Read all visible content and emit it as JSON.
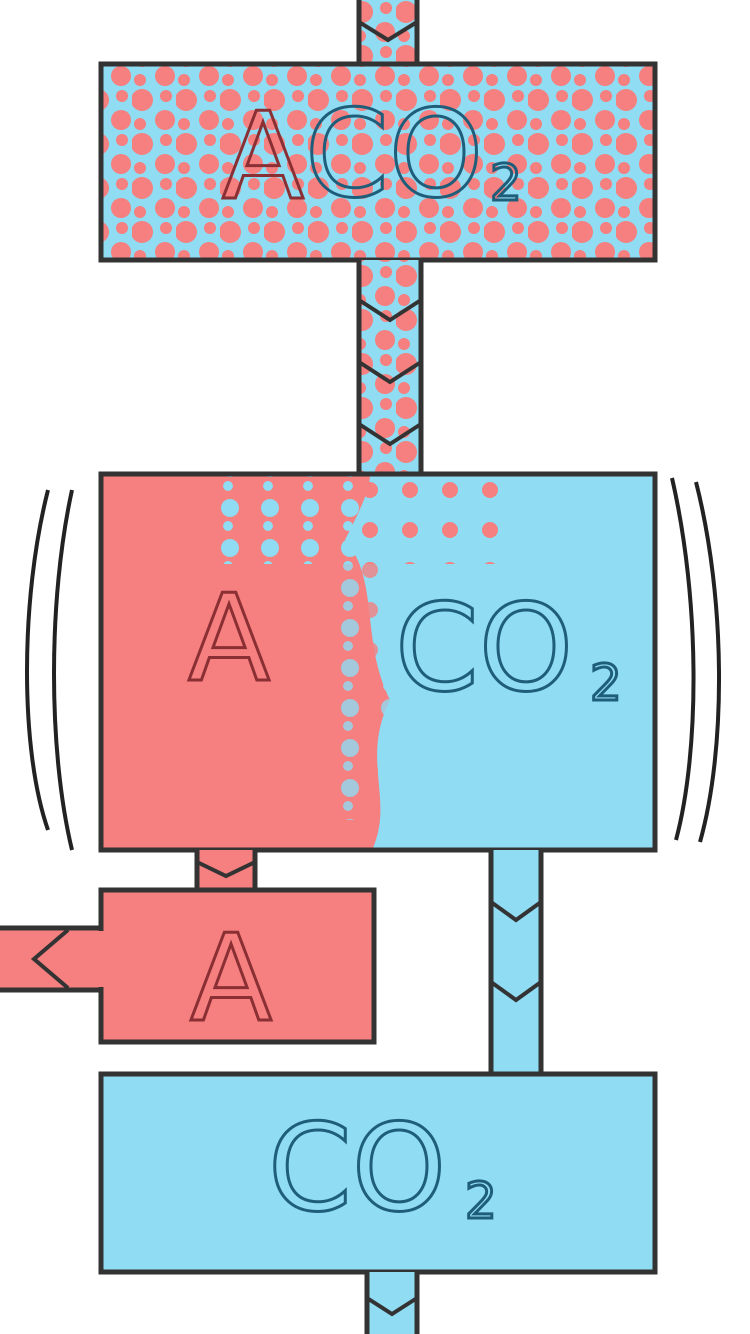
{
  "diagram": {
    "colors": {
      "substance_a": "#f67f7f",
      "co2": "#8fdcf3",
      "outline": "#333333",
      "text_a": "#8a2f33",
      "text_co2": "#1f5e7a"
    },
    "boxes": {
      "mixture": {
        "label_a": "A",
        "label_co2": "CO",
        "subscript": "2"
      },
      "separator": {
        "label_a": "A",
        "label_co2": "CO",
        "subscript": "2"
      },
      "output_a": {
        "label_a": "A"
      },
      "output_co2": {
        "label_co2": "CO",
        "subscript": "2"
      }
    },
    "flow_icons": [
      "chevron-down",
      "chevron-left"
    ],
    "vibration_marks": 2
  }
}
